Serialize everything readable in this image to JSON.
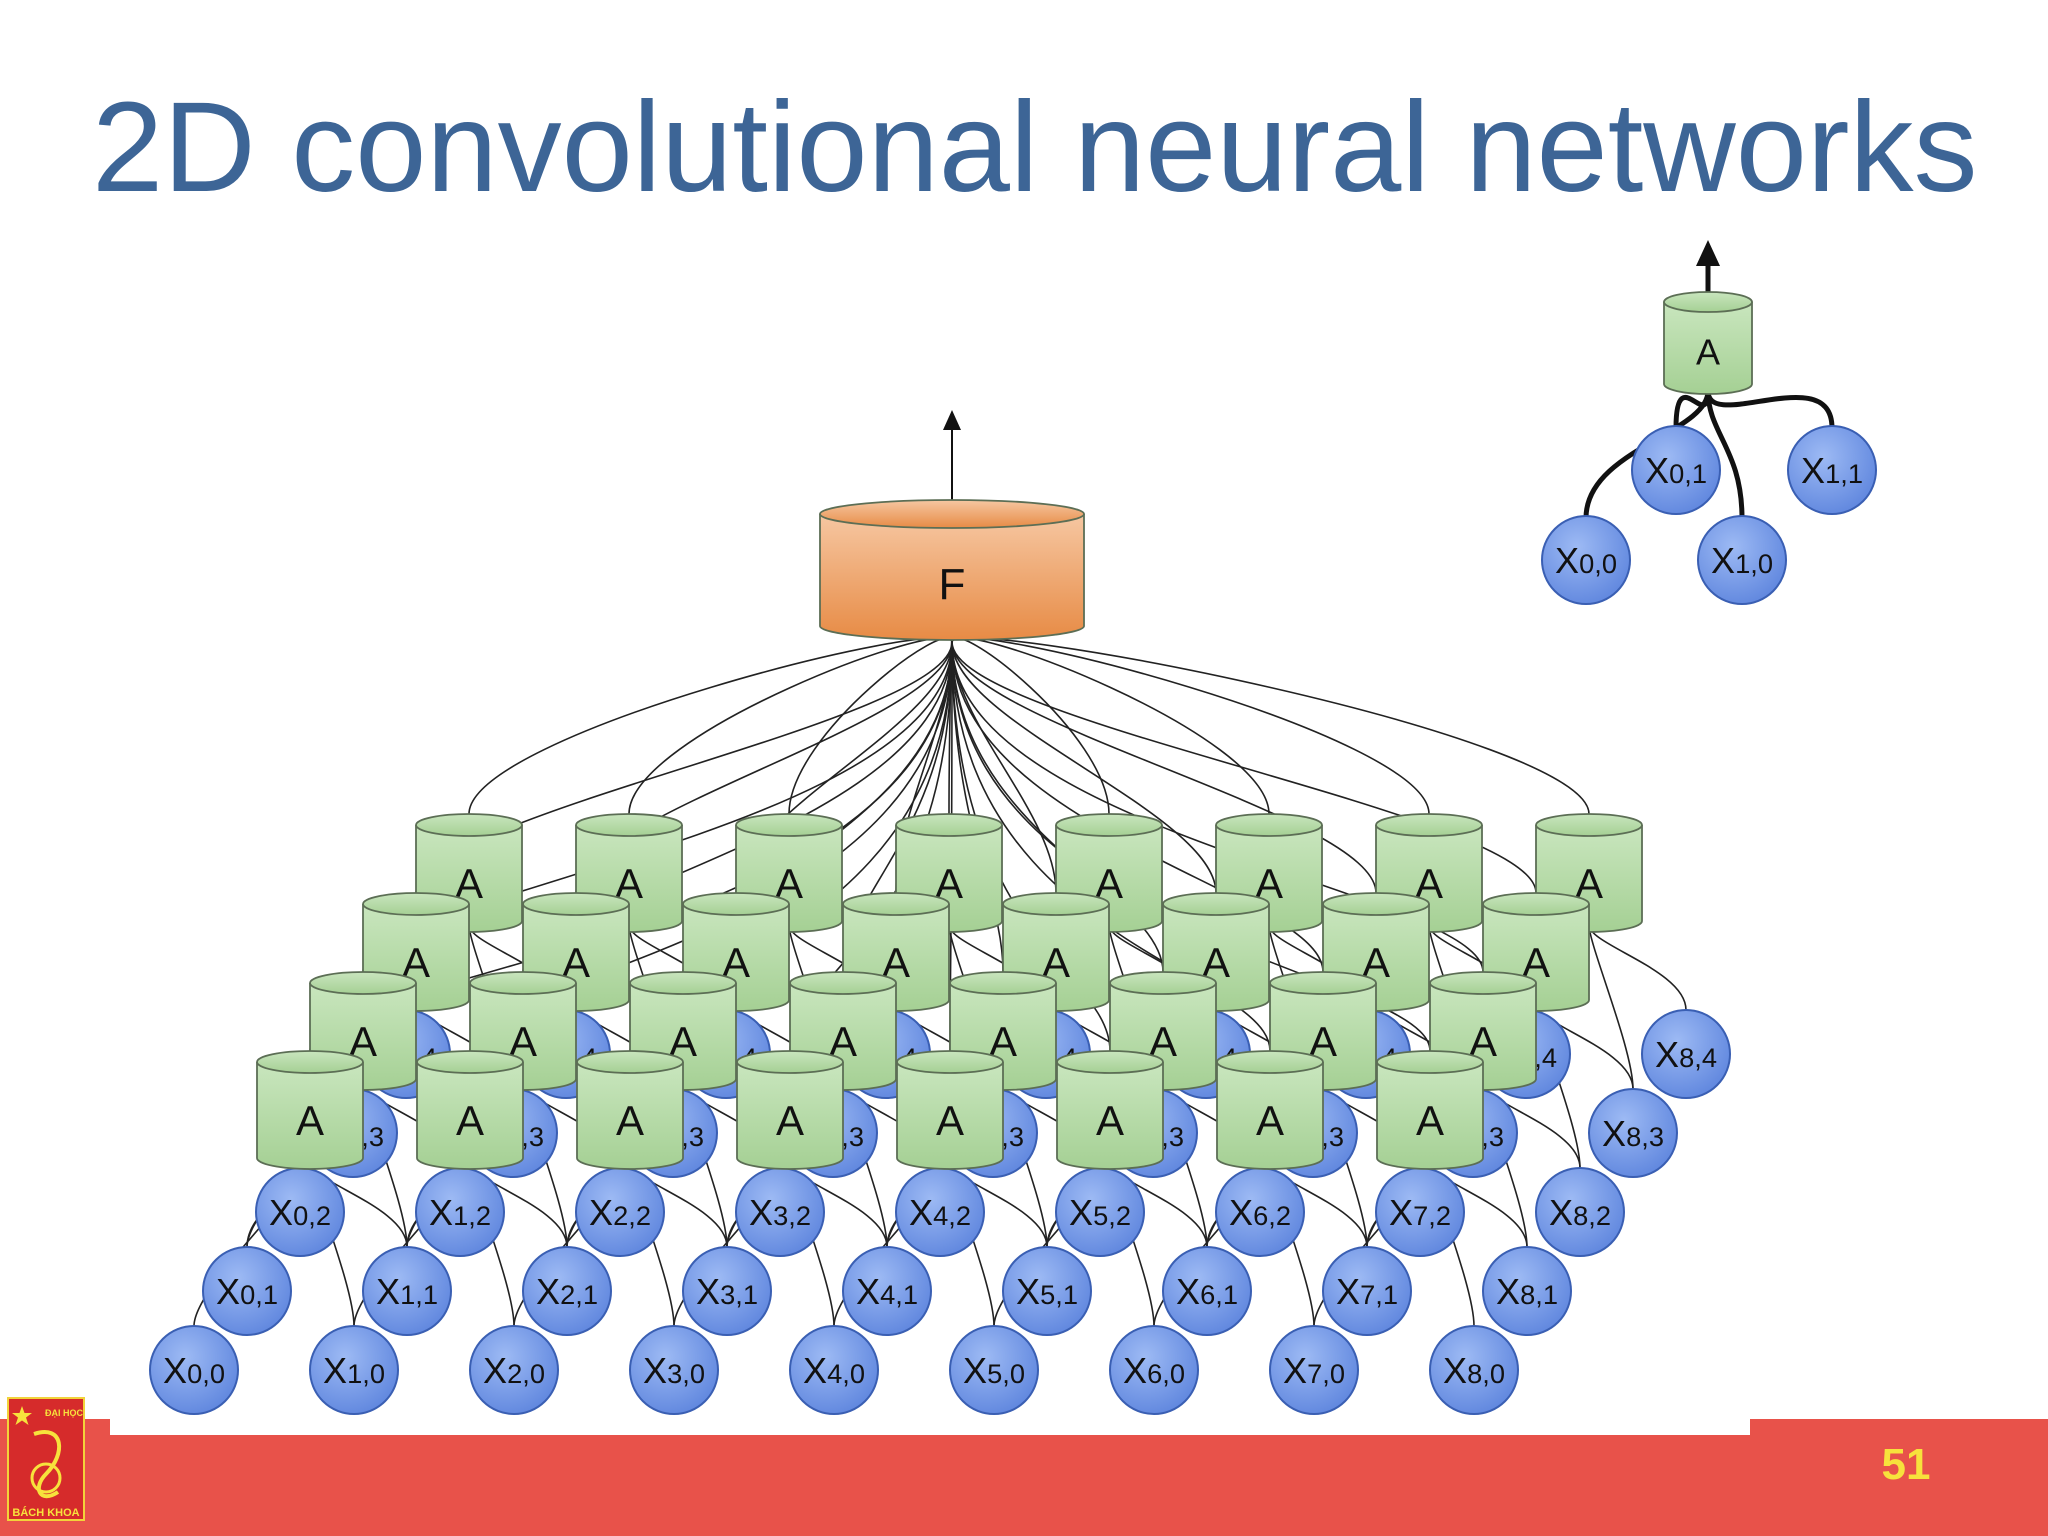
{
  "slide": {
    "title": "2D convolutional neural networks",
    "page_number": "51"
  },
  "logo": {
    "line1": "ĐẠI HỌC",
    "line2": "BÁCH KHOA"
  },
  "colors": {
    "title": "#3d6596",
    "footer": "#e8524a",
    "page_number": "#f7e23c",
    "input_node": "#6d95ea",
    "a_node": "#b7dcaa",
    "f_node": "#eea064"
  },
  "diagram": {
    "full_network": {
      "output_node_label": "F",
      "conv_node_label": "A",
      "grid_columns": 9,
      "grid_rows": 5,
      "conv_columns": 8,
      "conv_rows": 4
    },
    "inset": {
      "conv_node_label": "A",
      "inputs": [
        "X0,0",
        "X0,1",
        "X1,0",
        "X1,1"
      ]
    }
  }
}
